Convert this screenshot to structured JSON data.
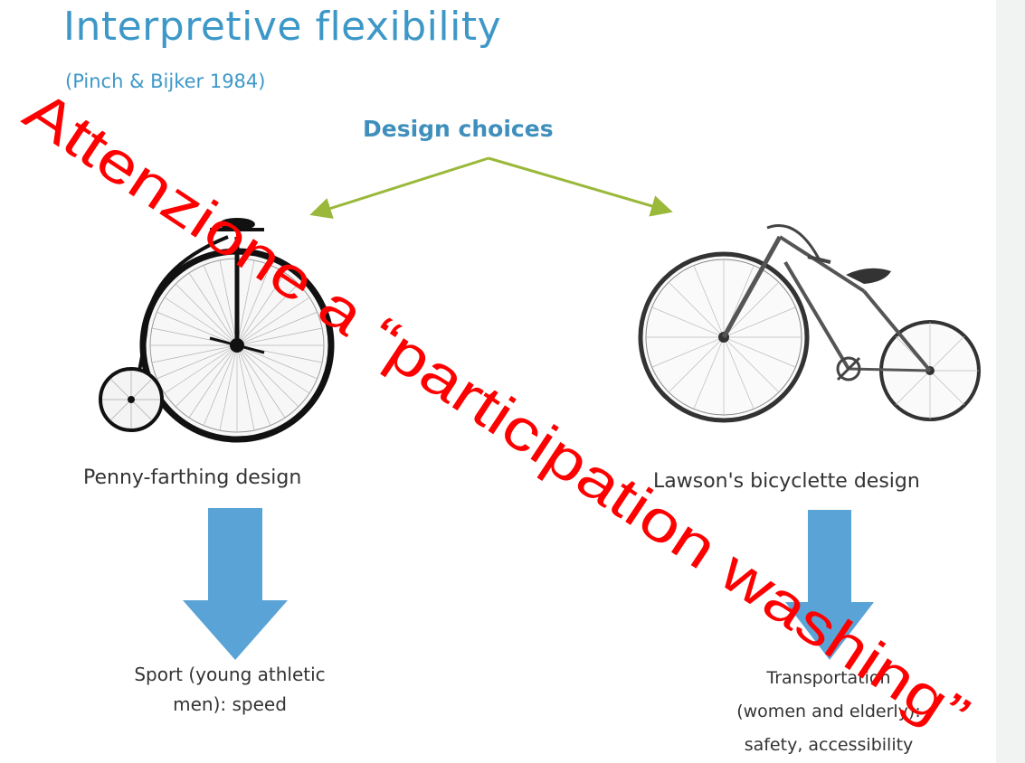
{
  "slide": {
    "title": "Interpretive flexibility",
    "citation": "(Pinch & Bijker 1984)",
    "branch_label": "Design choices"
  },
  "left": {
    "caption": "Penny-farthing design",
    "outcome_line1": "Sport (young athletic",
    "outcome_line2": "men): speed"
  },
  "right": {
    "caption": "Lawson's bicyclette design",
    "outcome_line1": "Transportation",
    "outcome_line2": "(women and elderly):",
    "outcome_line3": "safety, accessibility"
  },
  "overlay": {
    "text": "Attenzione a “participation washing”"
  },
  "colors": {
    "title_blue": "#3d98c8",
    "branch_green": "#9ab83a",
    "arrow_blue": "#5aa3d6",
    "overlay_red": "#ff0000"
  }
}
